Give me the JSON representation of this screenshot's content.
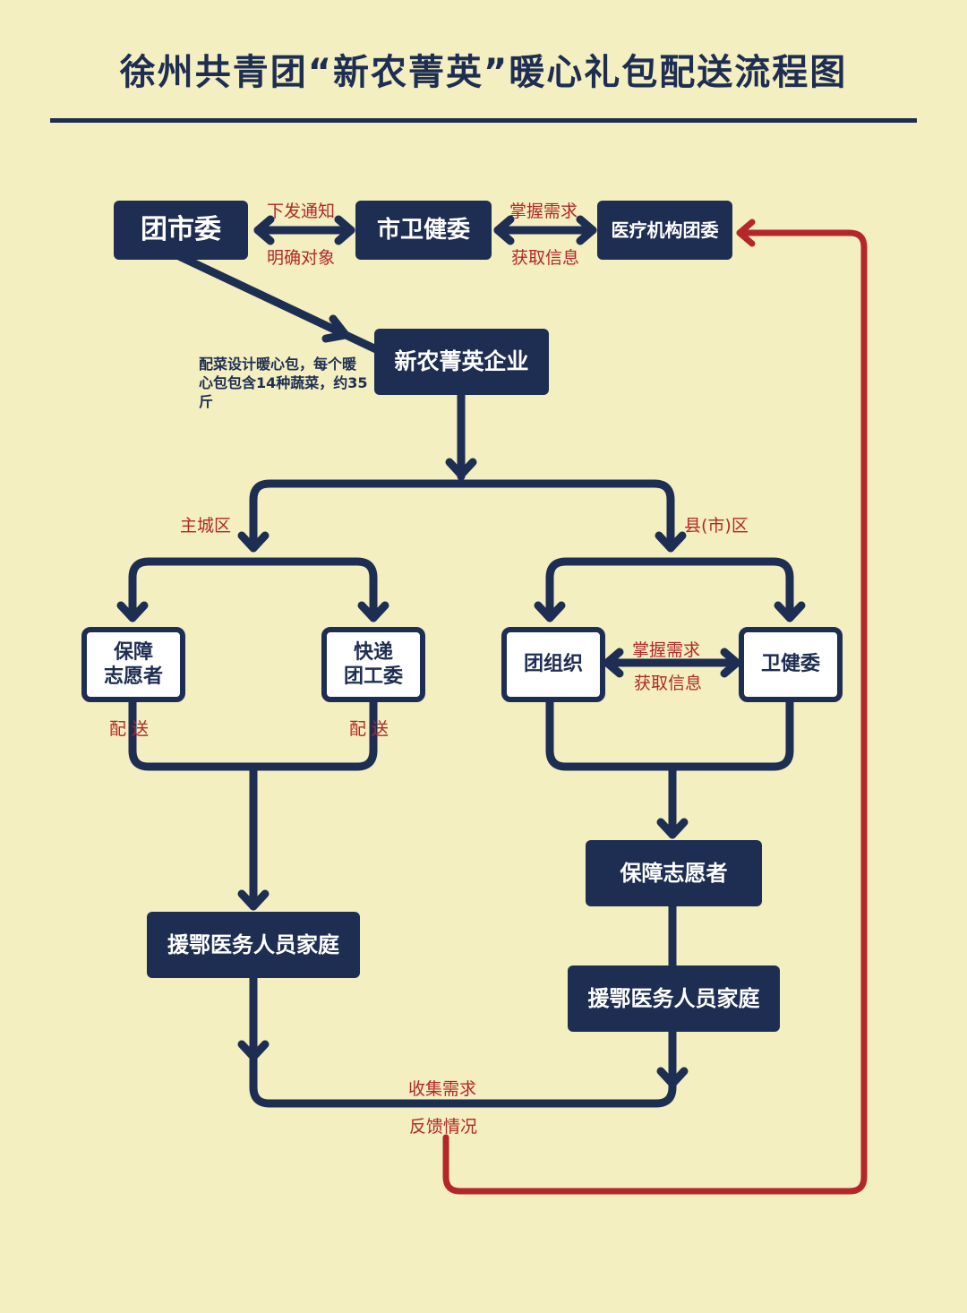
{
  "title": "徐州共青团“新农菁英”暖心礼包配送流程图",
  "nodes": {
    "tuanshiwei": "团市委",
    "shiweijianwei": "市卫健委",
    "yiliao": "医疗机构团委",
    "qiye": "新农菁英企业",
    "baozhang_left": "保障\n志愿者",
    "kuaidi": "快递\n团工委",
    "tuanzuzhi": "团组织",
    "weijianwei": "卫健委",
    "baozhang_right": "保障志愿者",
    "family_left": "援鄂医务人员家庭",
    "family_right": "援鄂医务人员家庭"
  },
  "labels": {
    "xiafa": "下发通知",
    "mingque": "明确对象",
    "zhangwo_top": "掌握需求",
    "huoqu_top": "获取信息",
    "zhucheng": "主城区",
    "xianshi": "县(市)区",
    "zhangwo_mid": "掌握需求",
    "huoqu_mid": "获取信息",
    "peisong_left": "配 送",
    "peisong_right": "配 送",
    "shouji": "收集需求",
    "fankui": "反馈情况"
  },
  "note": "配菜设计暖心包，每个暖心包包含14种蔬菜，约35斤",
  "colors": {
    "navy": "#1e2d52",
    "red": "#b3272b",
    "background": "#f3efc1"
  }
}
